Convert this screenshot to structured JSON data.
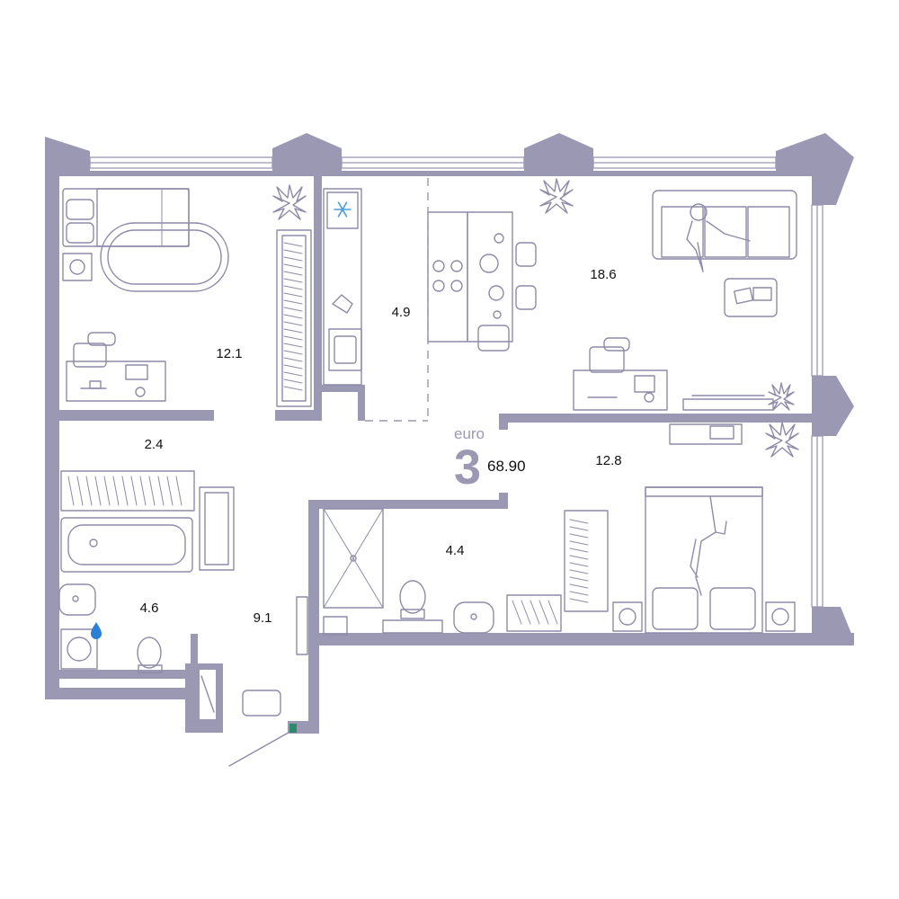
{
  "summary": {
    "type_label": "euro",
    "rooms_count": "3",
    "total_area": "68.90"
  },
  "rooms": [
    {
      "id": "bedroom-left",
      "area": "12.1"
    },
    {
      "id": "kitchen",
      "area": "4.9"
    },
    {
      "id": "living-room",
      "area": "18.6"
    },
    {
      "id": "corridor",
      "area": "2.4"
    },
    {
      "id": "bedroom-right",
      "area": "12.8"
    },
    {
      "id": "shower-room",
      "area": "4.4"
    },
    {
      "id": "bathroom",
      "area": "4.6"
    },
    {
      "id": "hallway",
      "area": "9.1"
    }
  ],
  "colors": {
    "wall": "#9b98b4",
    "furniture_line": "#8e8ba8",
    "text": "#111111",
    "water_drop": "#2b7fd4"
  },
  "icons": [
    "snowflake-icon",
    "water-drop-icon",
    "plant-icon"
  ]
}
